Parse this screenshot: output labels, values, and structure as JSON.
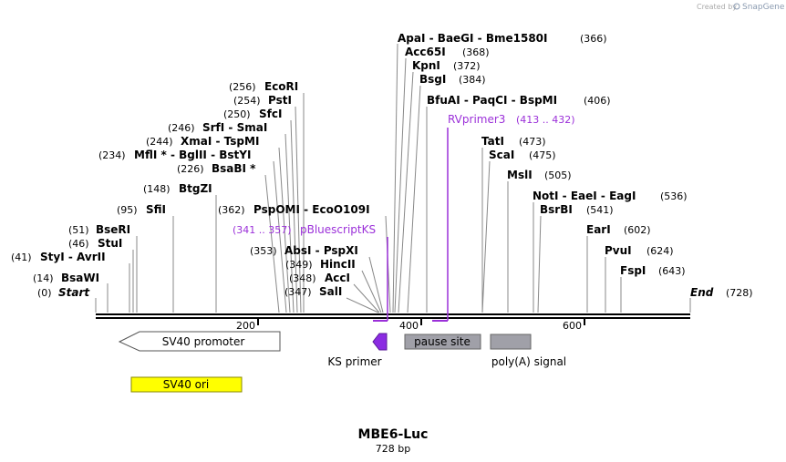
{
  "credit": {
    "prefix": "Created by",
    "brand": "SnapGene"
  },
  "title": "MBE6-Luc",
  "subtitle": "728 bp",
  "sequence": {
    "start_label": "Start",
    "start_pos": "(0)",
    "end_label": "End",
    "end_pos": "(728)",
    "length": 728
  },
  "ruler": [
    "200",
    "400",
    "600"
  ],
  "sites": [
    {
      "name": "BsaWI",
      "pos": "(14)"
    },
    {
      "name": "StyI",
      "sep": " - ",
      "name2": "AvrII",
      "pos": "(41)"
    },
    {
      "name": "StuI",
      "pos": "(46)"
    },
    {
      "name": "BseRI",
      "pos": "(51)"
    },
    {
      "name": "SfiI",
      "pos": "(95)"
    },
    {
      "name": "BtgZI",
      "pos": "(148)"
    },
    {
      "name": "BsaBI *",
      "pos": "(226)"
    },
    {
      "name": "MflI *",
      "sep": " - ",
      "name2": "BglII",
      "sep2": " - ",
      "name3": "BstYI",
      "pos": "(234)"
    },
    {
      "name": "XmaI",
      "sep": " - ",
      "name2": "TspMI",
      "pos": "(244)"
    },
    {
      "name": "SrfI",
      "sep": " - ",
      "name2": "SmaI",
      "pos": "(246)"
    },
    {
      "name": "SfcI",
      "pos": "(250)"
    },
    {
      "name": "PstI",
      "pos": "(254)"
    },
    {
      "name": "EcoRI",
      "pos": "(256)"
    },
    {
      "name": "SalI",
      "pos": "(347)"
    },
    {
      "name": "AccI",
      "pos": "(348)"
    },
    {
      "name": "HincII",
      "pos": "(349)"
    },
    {
      "name": "AbsI",
      "sep": " - ",
      "name2": "PspXI",
      "pos": "(353)"
    },
    {
      "name": "PspOMI",
      "sep": " - ",
      "name2": "EcoO109I",
      "pos": "(362)"
    },
    {
      "name": "ApaI",
      "sep": " - ",
      "name2": "BaeGI",
      "sep2": " - ",
      "name3": "Bme1580I",
      "pos": "(366)"
    },
    {
      "name": "Acc65I",
      "pos": "(368)"
    },
    {
      "name": "KpnI",
      "pos": "(372)"
    },
    {
      "name": "BsgI",
      "pos": "(384)"
    },
    {
      "name": "BfuAI",
      "sep": " - ",
      "name2": "PaqCI",
      "sep2": " - ",
      "name3": "BspMI",
      "pos": "(406)"
    },
    {
      "name": "TatI",
      "pos": "(473)"
    },
    {
      "name": "ScaI",
      "pos": "(475)"
    },
    {
      "name": "MslI",
      "pos": "(505)"
    },
    {
      "name": "NotI",
      "sep": " - ",
      "name2": "EaeI",
      "sep2": " - ",
      "name3": "EagI",
      "pos": "(536)"
    },
    {
      "name": "BsrBI",
      "pos": "(541)"
    },
    {
      "name": "EarI",
      "pos": "(602)"
    },
    {
      "name": "PvuI",
      "pos": "(624)"
    },
    {
      "name": "FspI",
      "pos": "(643)"
    }
  ],
  "primers": [
    {
      "name": "RVprimer3",
      "range": "(413 .. 432)"
    },
    {
      "name": "pBluescriptKS",
      "range": "(341 .. 357)"
    }
  ],
  "features": [
    {
      "name": "SV40 promoter",
      "color": "#ffffff"
    },
    {
      "name": "KS primer",
      "color": "#8b2be2"
    },
    {
      "name": "pause site",
      "color": "#a0a0a8"
    },
    {
      "name": "poly(A) signal",
      "color": "#a0a0a8"
    },
    {
      "name": "SV40 ori",
      "color": "#ffff00"
    }
  ],
  "colors": {
    "primer": "#9b30d9",
    "backbone": "#000000"
  }
}
